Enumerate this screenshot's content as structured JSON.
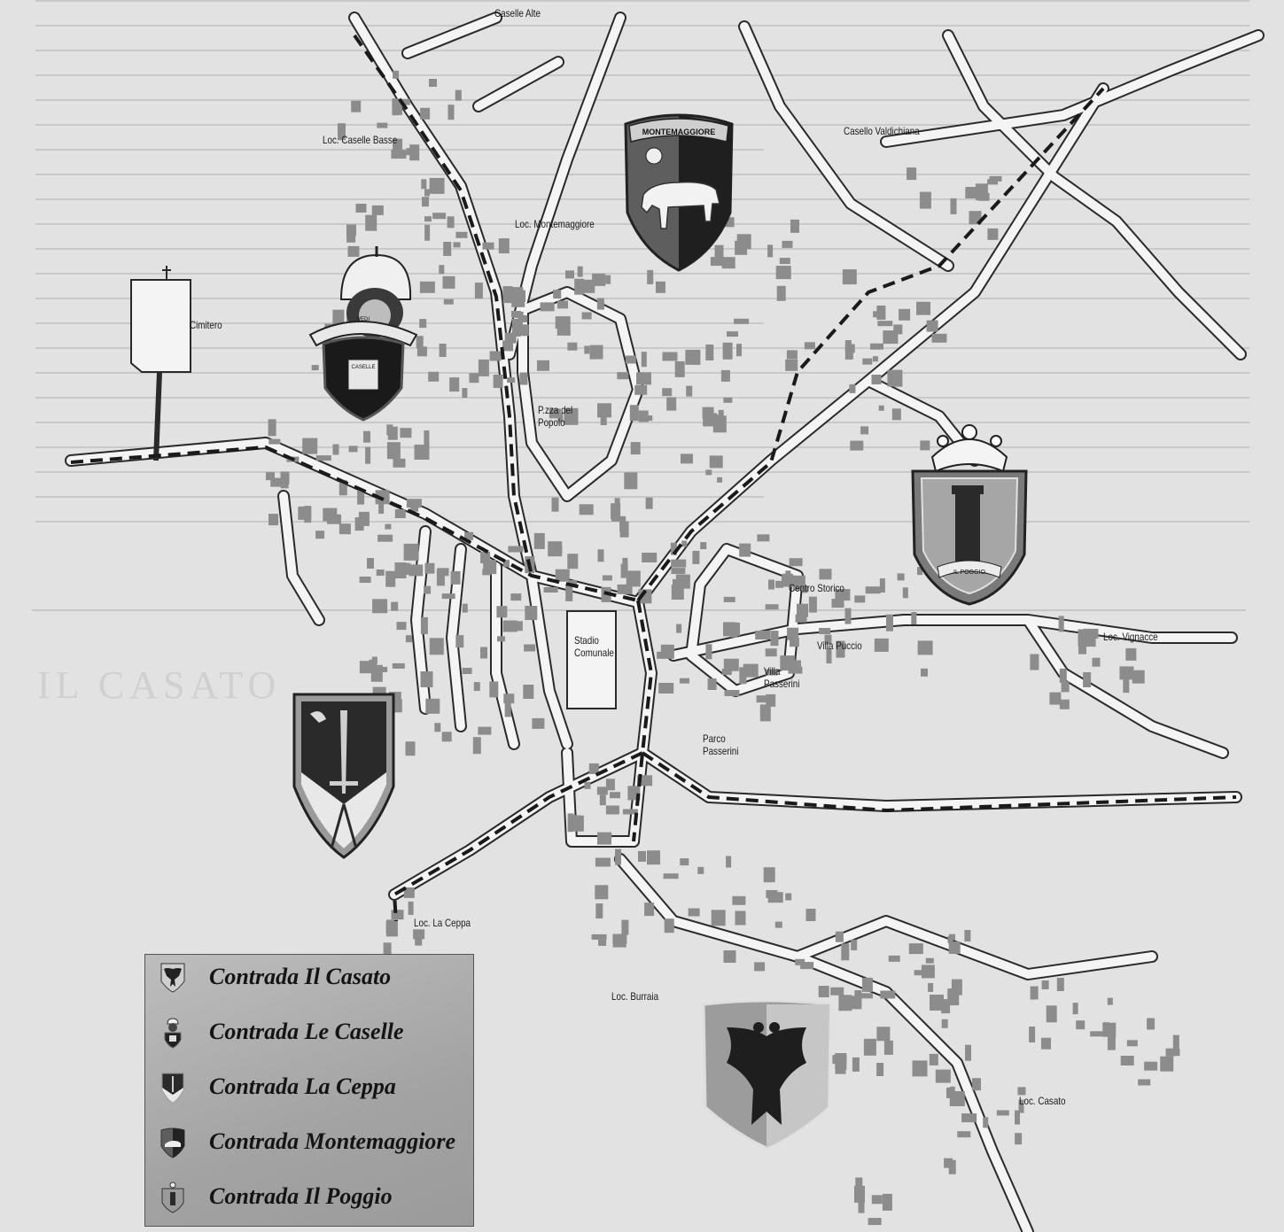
{
  "page_header": "Caselle Alte",
  "places": {
    "caselle_basse": "Loc. Caselle Basse",
    "montemaggiore": "Loc. Montemaggiore",
    "casello_valdichiana": "Casello Valdichiana",
    "cimitero": "Cimitero",
    "piazza_popolo": "P.zza del Popolo",
    "centro_storico": "Centro Storico",
    "villa_puccio": "Villa Puccio",
    "villa_passerini": "Villa Passerini",
    "vignacce": "Loc. Vignacce",
    "stadio": "Stadio Comunale",
    "parco": "Parco Passerini",
    "la_ceppa": "Loc. La Ceppa",
    "burraia": "Loc. Burraia",
    "casato": "Loc. Casato"
  },
  "crests": {
    "montemaggiore_banner": "MONTEMAGGIORE",
    "caselle_text": "CASELLE",
    "poggio_text": "IL POGGIO",
    "caselle_motto": "VEDI"
  },
  "legend": {
    "items": [
      {
        "label": "Contrada Il Casato",
        "icon": "casato-crest-icon"
      },
      {
        "label": "Contrada Le Caselle",
        "icon": "caselle-crest-icon"
      },
      {
        "label": "Contrada La Ceppa",
        "icon": "ceppa-crest-icon"
      },
      {
        "label": "Contrada Montemaggiore",
        "icon": "montemaggiore-crest-icon"
      },
      {
        "label": "Contrada Il Poggio",
        "icon": "poggio-crest-icon"
      }
    ]
  },
  "background_heading": "IL CASATO",
  "colors": {
    "background": "#e2e2e2",
    "road_fill": "#f4f4f4",
    "road_edge": "#2a2a2a",
    "building": "#8c8c8c",
    "boundary": "#1a1a1a",
    "legend_bg": "#a8a8a8"
  }
}
